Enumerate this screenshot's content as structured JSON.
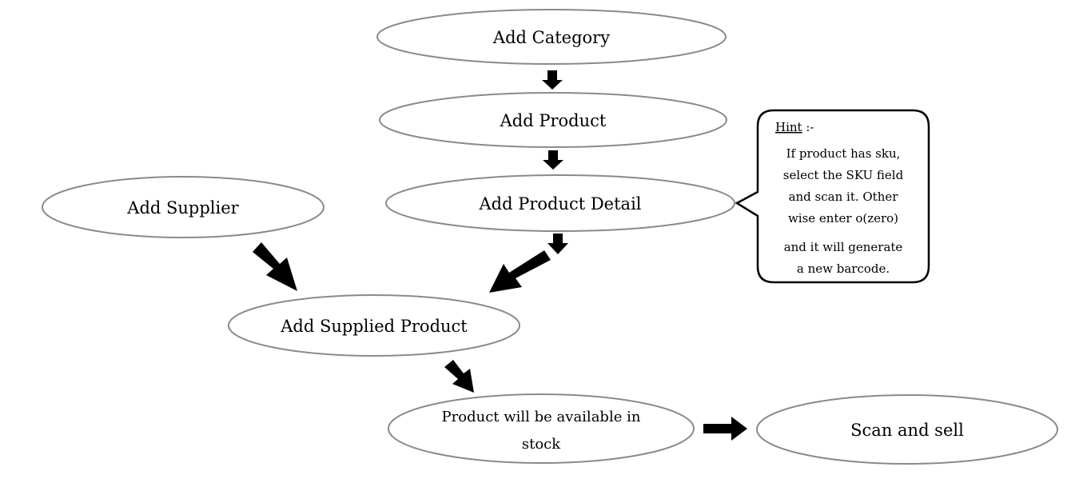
{
  "nodes": {
    "add_category": "Add Category",
    "add_product": "Add Product",
    "add_product_detail": "Add Product Detail",
    "add_supplier": "Add Supplier",
    "add_supplied_product": "Add Supplied Product",
    "product_available_line1": "Product will be available in",
    "product_available_line2": "stock",
    "scan_and_sell": "Scan and sell"
  },
  "hint": {
    "title": "Hint",
    "title_suffix": " :-",
    "lines": [
      "If product has sku,",
      "select the SKU field",
      "and scan it. Other",
      "wise enter o(zero)",
      "and it will generate",
      "a new barcode."
    ]
  },
  "colors": {
    "node_border": "#8a8a8a",
    "arrow": "#000000",
    "callout_border": "#000000"
  }
}
